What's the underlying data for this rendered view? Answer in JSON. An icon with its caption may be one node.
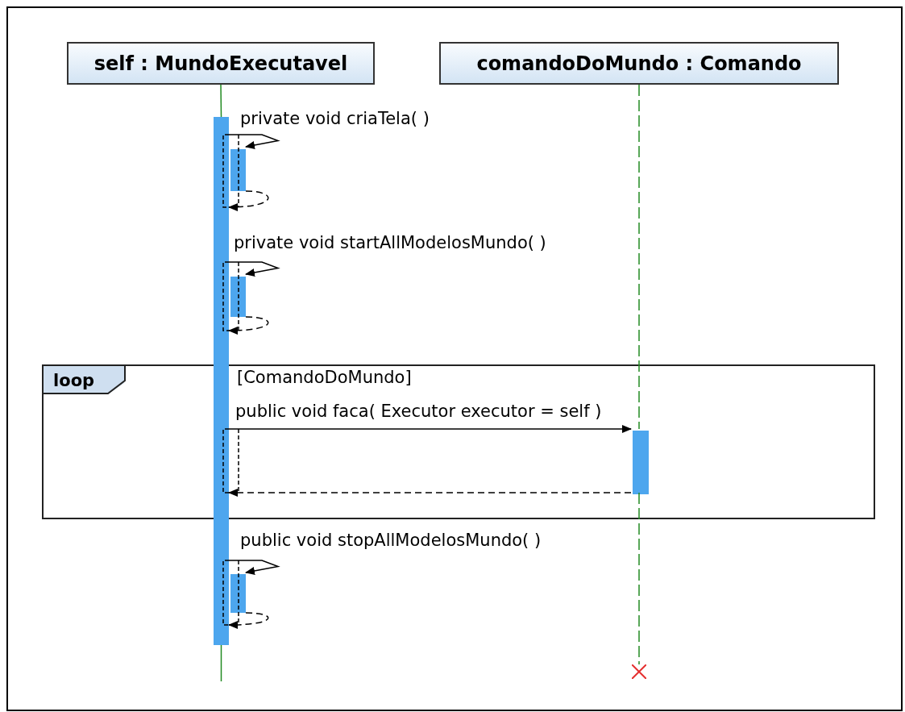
{
  "diagram": {
    "nodes": [
      {
        "text": [
          "self : MundoExecutavel"
        ]
      },
      {
        "text": [
          "comandoDoMundo : Comando"
        ]
      },
      {
        "text": [
          "loop",
          "[ComandoDoMundo]"
        ]
      },
      {
        "text": [],
        "shape": "bar"
      },
      {
        "text": [],
        "shape": "bar"
      },
      {
        "text": [],
        "shape": "bar"
      },
      {
        "text": [],
        "shape": "bar",
        "in": 2
      },
      {
        "text": [],
        "shape": "bar"
      },
      {
        "text": [],
        "shape": "cross"
      }
    ],
    "edges": [
      {
        "from": 3,
        "to": 4,
        "arrow": "to",
        "label": "private void  criaTela(  )"
      },
      {
        "from": 4,
        "to": 3,
        "arrow": "to",
        "style": "dashed"
      },
      {
        "from": 3,
        "to": 5,
        "arrow": "to",
        "label": "private void  startAllModelosMundo(  )"
      },
      {
        "from": 5,
        "to": 3,
        "arrow": "to",
        "style": "dashed"
      },
      {
        "from": 3,
        "to": 6,
        "arrow": "to",
        "label": "public void  faca( Executor executor = self )"
      },
      {
        "from": 6,
        "to": 3,
        "arrow": "to",
        "style": "dashed"
      },
      {
        "from": 3,
        "to": 7,
        "arrow": "to",
        "label": "public void  stopAllModelosMundo(  )"
      },
      {
        "from": 7,
        "to": 3,
        "arrow": "to",
        "style": "dashed"
      },
      {
        "from": 0,
        "to": 3,
        "arrow": "none",
        "color": "#228b22"
      },
      {
        "from": 3,
        "to": null,
        "arrow": "none",
        "color": "#228b22"
      },
      {
        "from": 1,
        "to": 6,
        "arrow": "none",
        "style": "dashed",
        "color": "#228b22"
      },
      {
        "from": 6,
        "to": 8,
        "arrow": "none",
        "style": "dashed",
        "color": "#228b22"
      }
    ]
  }
}
